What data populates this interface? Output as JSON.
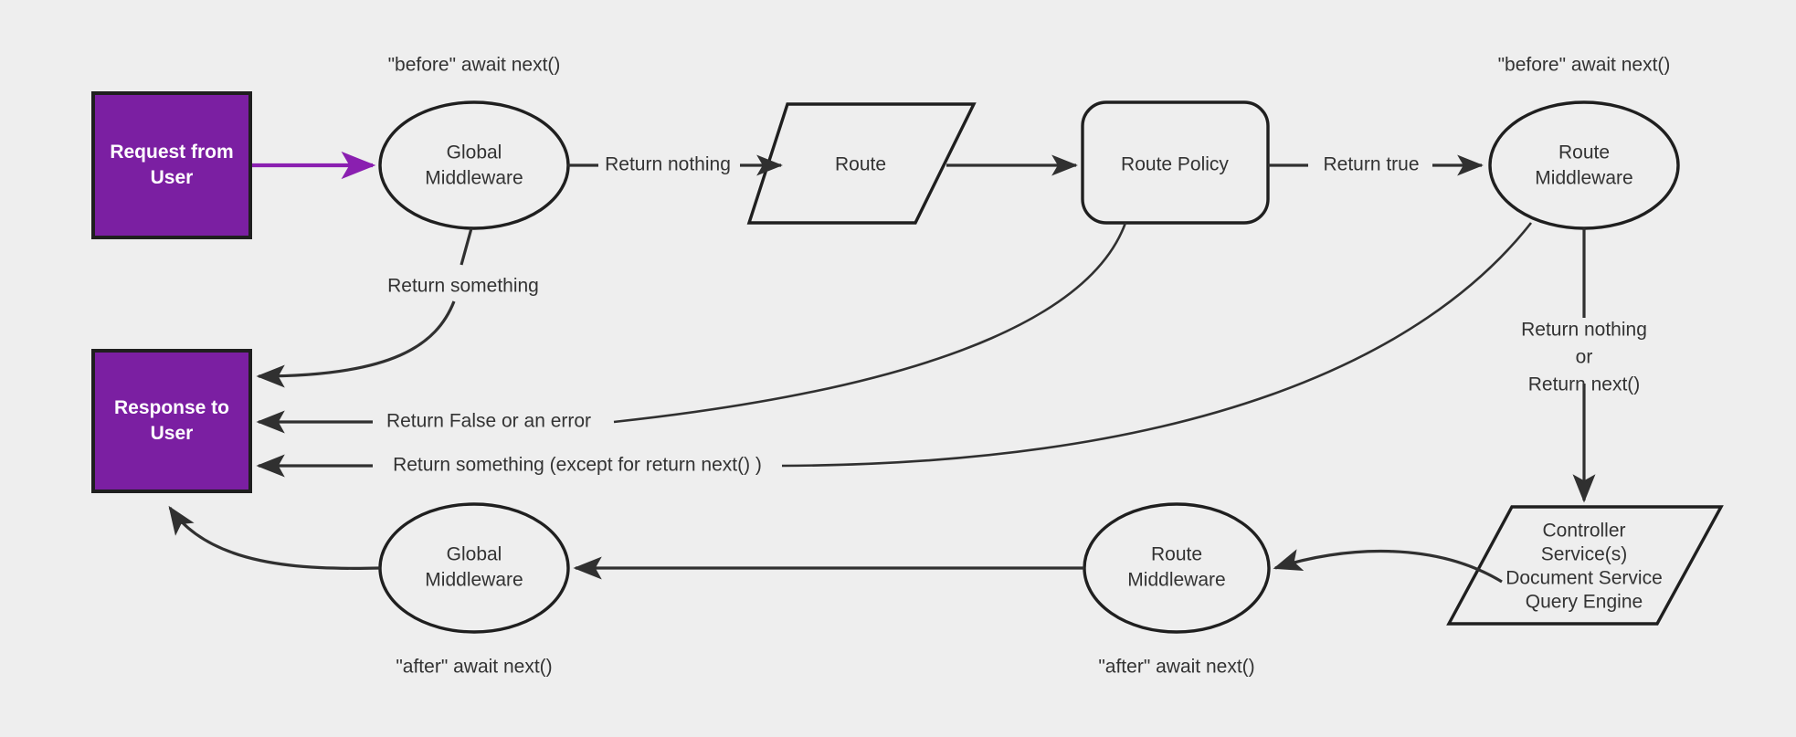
{
  "diagram": {
    "title": "Middleware request/response lifecycle flow",
    "background_color": "#eeeeee",
    "accent_color": "#7B1FA2",
    "stroke_color": "#303030",
    "nodes": {
      "request_from_user": {
        "line1": "Request from",
        "line2": "User",
        "shape": "rectangle"
      },
      "response_to_user": {
        "line1": "Response to",
        "line2": "User",
        "shape": "rectangle"
      },
      "global_middleware_top": {
        "line1": "Global",
        "line2": "Middleware",
        "shape": "ellipse"
      },
      "route": {
        "line1": "Route",
        "shape": "parallelogram"
      },
      "route_policy": {
        "line1": "Route Policy",
        "shape": "rounded-rectangle"
      },
      "route_middleware_top": {
        "line1": "Route",
        "line2": "Middleware",
        "shape": "ellipse"
      },
      "controller_stack": {
        "line1": "Controller",
        "line2": "Service(s)",
        "line3": "Document Service",
        "line4": "Query Engine",
        "shape": "parallelogram"
      },
      "route_middleware_bottom": {
        "line1": "Route",
        "line2": "Middleware",
        "shape": "ellipse"
      },
      "global_middleware_bottom": {
        "line1": "Global",
        "line2": "Middleware",
        "shape": "ellipse"
      }
    },
    "annotations": {
      "before_await_next_left": "\"before\" await next()",
      "before_await_next_right": "\"before\" await next()",
      "after_await_next_left": "\"after\" await next()",
      "after_await_next_right": "\"after\" await next()"
    },
    "edge_labels": {
      "return_something": "Return something",
      "return_nothing": "Return nothing",
      "return_true": "Return true",
      "return_false_or_error": "Return False or an error",
      "return_something_except_next": "Return something (except for return next() )",
      "return_nothing_or_next_1": "Return nothing",
      "return_nothing_or_next_2": "or",
      "return_nothing_or_next_3": "Return next()"
    }
  }
}
